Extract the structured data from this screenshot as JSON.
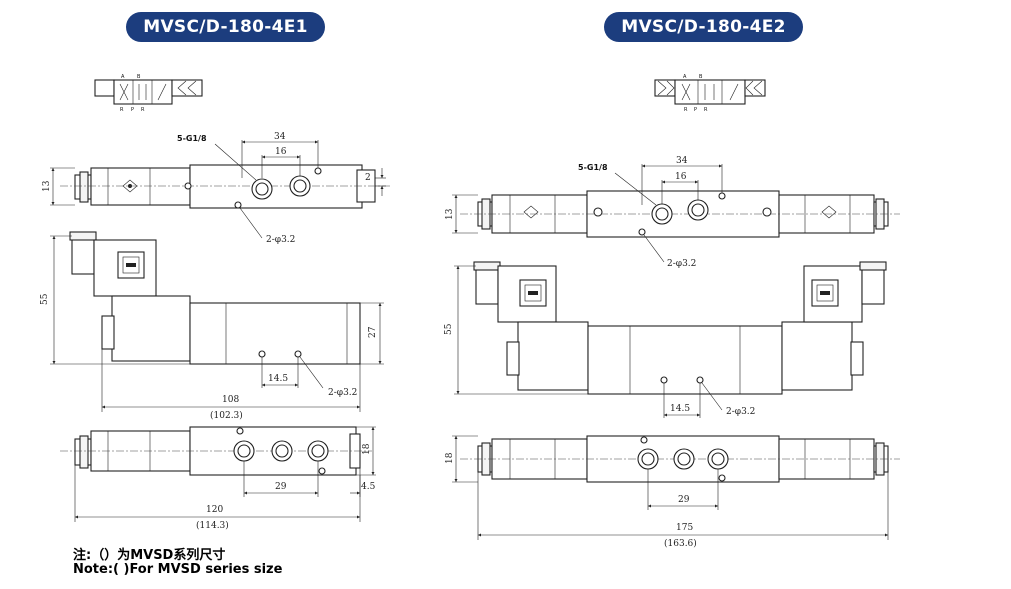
{
  "titles": {
    "left": "MVSC/D-180-4E1",
    "right": "MVSC/D-180-4E2"
  },
  "symbol": {
    "ports_top": [
      "A",
      "B"
    ],
    "ports_bottom": [
      "R",
      "P",
      "R"
    ]
  },
  "left_view": {
    "port_callout": "5-G1/8",
    "top": {
      "pitch_outer": "34",
      "pitch_inner": "16",
      "height": "13",
      "offset": "2",
      "holes": "2-φ3.2"
    },
    "front": {
      "height": "55",
      "body_height": "27",
      "pitch": "14.5",
      "holes": "2-φ3.2",
      "length": "108",
      "length_alt": "(102.3)"
    },
    "bottom": {
      "height": "18",
      "pitch": "29",
      "offset": "4.5",
      "length": "120",
      "length_alt": "(114.3)"
    }
  },
  "right_view": {
    "port_callout": "5-G1/8",
    "top": {
      "pitch_outer": "34",
      "pitch_inner": "16",
      "height": "13",
      "holes": "2-φ3.2"
    },
    "front": {
      "height": "55",
      "pitch": "14.5",
      "holes": "2-φ3.2"
    },
    "bottom": {
      "height": "18",
      "pitch": "29",
      "length": "175",
      "length_alt": "(163.6)"
    }
  },
  "notes": {
    "cn": "注:（）为MVSD系列尺寸",
    "en": "Note:( )For MVSD series size"
  },
  "colors": {
    "title_pill": "#1c3d7e",
    "line": "#222222"
  }
}
